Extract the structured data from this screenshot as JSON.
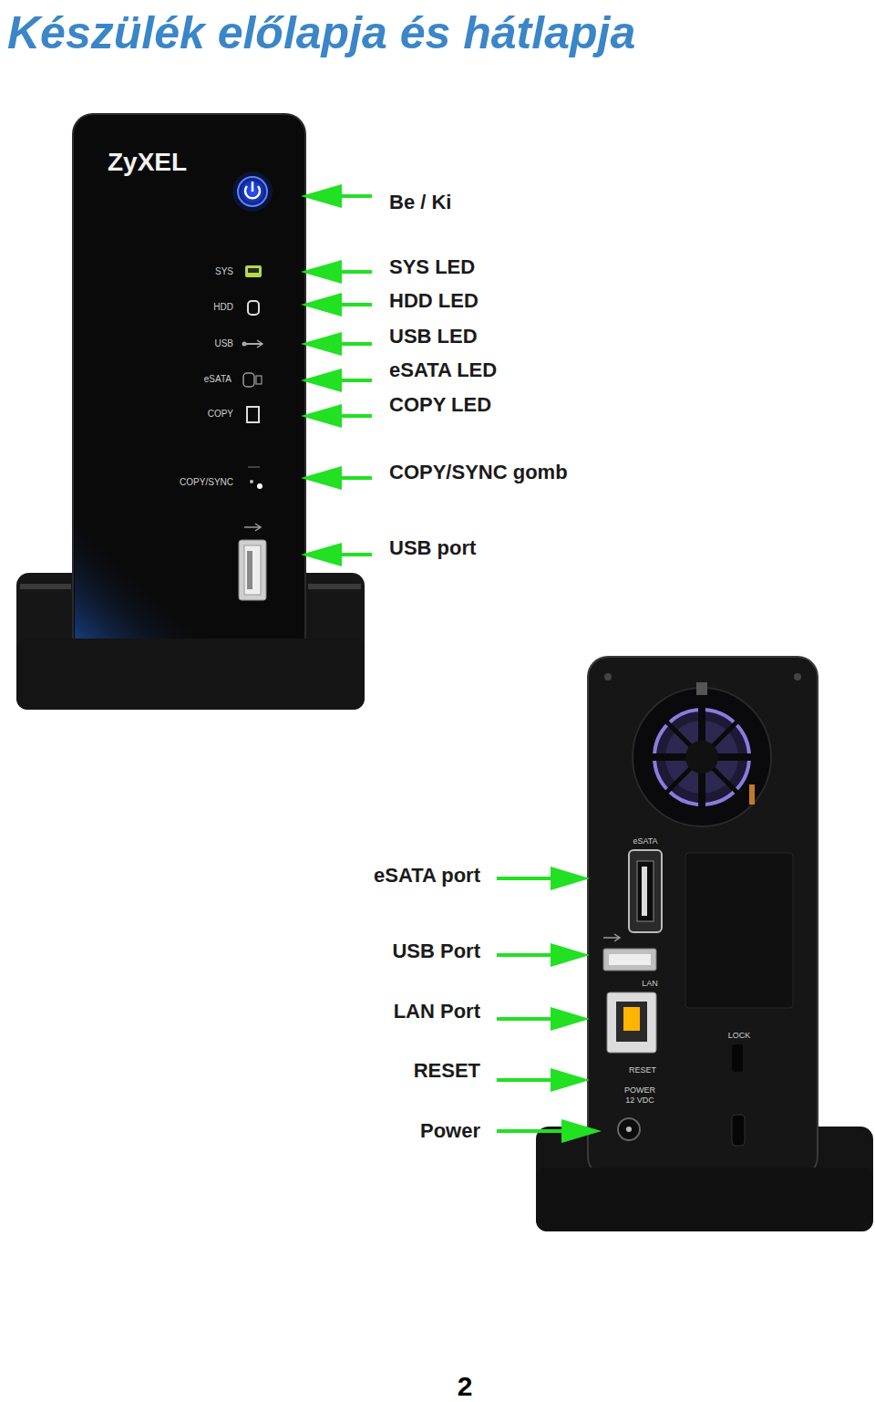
{
  "diagram": {
    "title": "Készülék előlapja és hátlapja",
    "labels": [
      "Be / Ki",
      "SYS LED",
      "HDD LED",
      "USB LED",
      "eSATA LED",
      "COPY LED",
      "COPY/SYNC gomb",
      "USB port",
      "eSATA port",
      "USB Port",
      "LAN Port",
      "RESET",
      "Power",
      "ZyXEL",
      "SYS",
      "HDD",
      "USB",
      "eSATA",
      "COPY",
      "COPY/SYNC",
      "eSATA",
      "LAN",
      "LOCK",
      "RESET",
      "POWER 12 VDC",
      "2"
    ]
  }
}
